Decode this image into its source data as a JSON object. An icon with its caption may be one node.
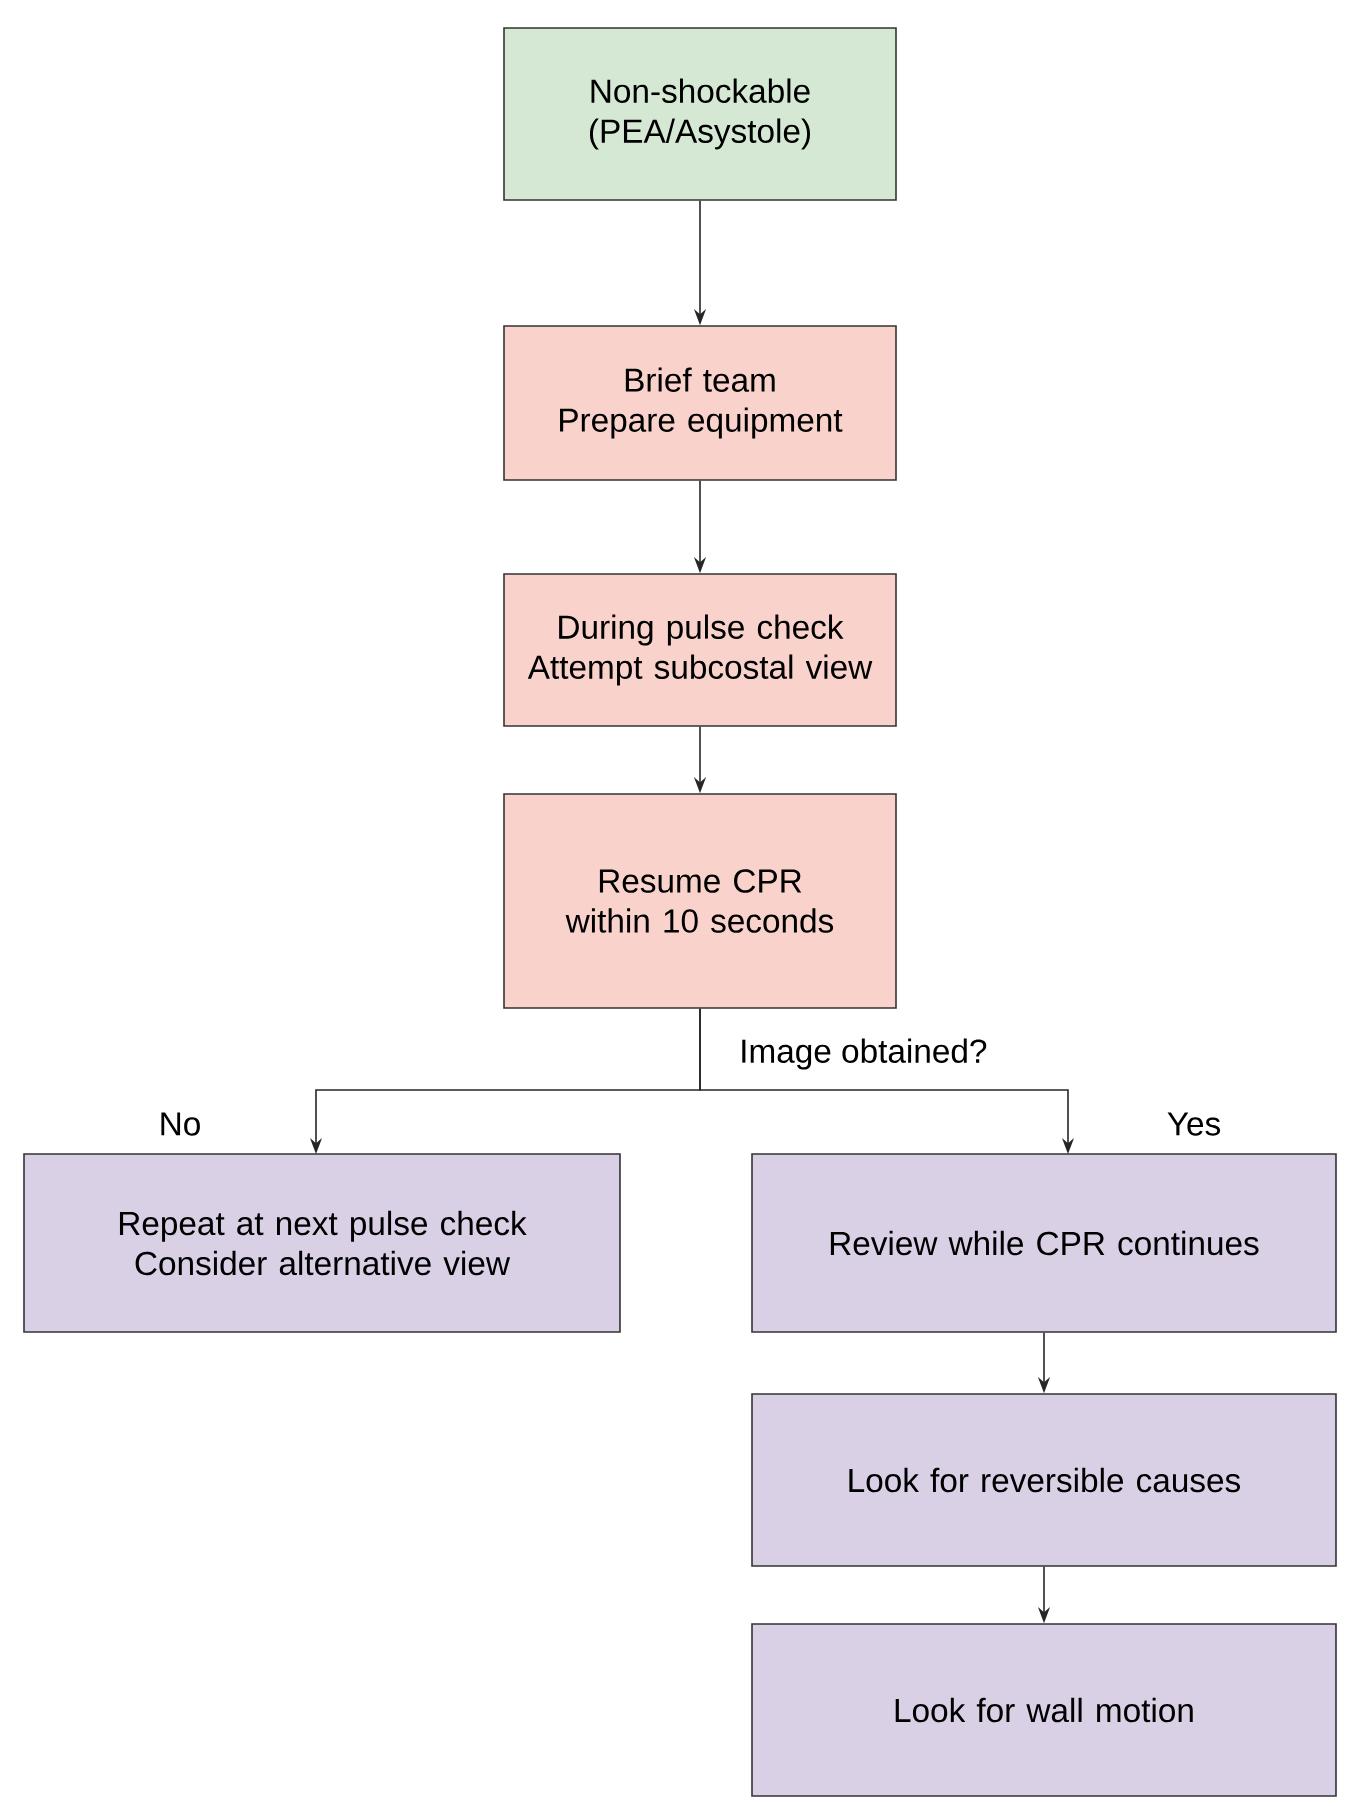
{
  "diagram": {
    "nodes": [
      {
        "text": [
          "Non-shockable (PEA/Asystole)"
        ]
      },
      {
        "text": [
          "Brief team",
          "Prepare equipment"
        ]
      },
      {
        "text": [
          "During pulse check",
          "Attempt subcostal view"
        ]
      },
      {
        "text": [
          "Resume CPR within 10 seconds"
        ]
      },
      {
        "text": [
          "Repeat at next pulse check",
          "Consider alternative view"
        ]
      },
      {
        "text": [
          "Review while CPR continues"
        ]
      },
      {
        "text": [
          "Look for reversible causes"
        ]
      },
      {
        "text": [
          "Look for wall motion"
        ]
      }
    ],
    "edges": [
      {
        "from": 0,
        "to": 1,
        "arrow": "to"
      },
      {
        "from": 1,
        "to": 2,
        "arrow": "to"
      },
      {
        "from": 2,
        "to": 3,
        "arrow": "to"
      },
      {
        "from": 3,
        "to": 4,
        "arrow": "to",
        "label": "No"
      },
      {
        "from": 3,
        "to": 5,
        "arrow": "to",
        "label": "Yes"
      },
      {
        "from": 5,
        "to": 6,
        "arrow": "to"
      },
      {
        "from": 6,
        "to": 7,
        "arrow": "to"
      }
    ],
    "labels": [
      "Image obtained?"
    ]
  }
}
